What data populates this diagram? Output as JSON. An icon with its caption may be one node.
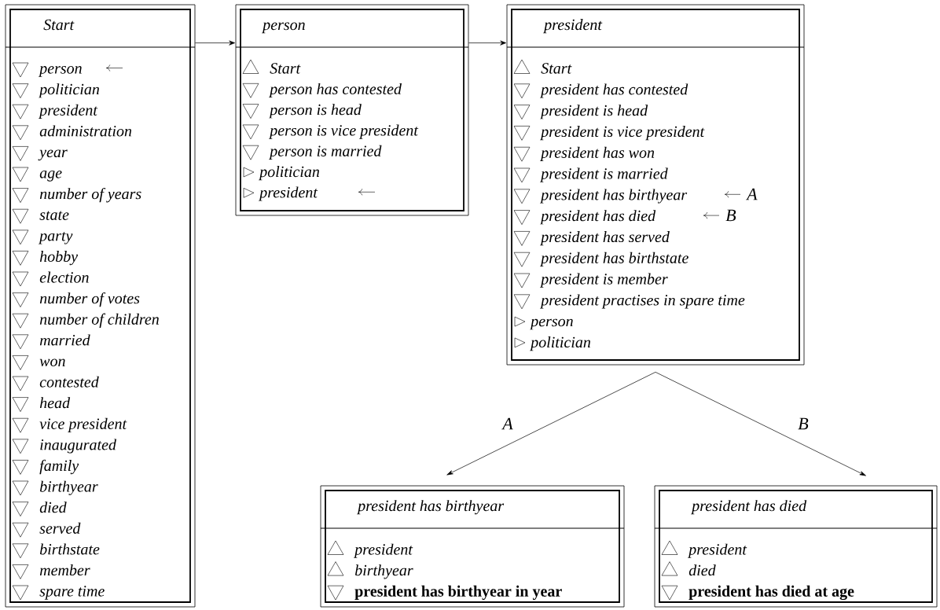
{
  "diagram": {
    "nodes": [
      {
        "text": [
          "Start",
          "person",
          "politician",
          "president",
          "administration",
          "year",
          "age",
          "number of years",
          "state",
          "party",
          "hobby",
          "election",
          "number of votes",
          "number of children",
          "married",
          "won",
          "contested",
          "head",
          "vice president",
          "inaugurated",
          "family",
          "birthyear",
          "died",
          "served",
          "birthstate",
          "member",
          "spare time"
        ]
      },
      {
        "text": [
          "person",
          "Start",
          "person has contested",
          "person is head",
          "person is vice president",
          "person is married",
          "politician",
          "president"
        ]
      },
      {
        "text": [
          "president",
          "Start",
          "president has contested",
          "president is head",
          "president is vice president",
          "president has won",
          "president is married",
          "president has birthyear",
          "president has died",
          "president has served",
          "president has birthstate",
          "president is member",
          "president practises in spare time",
          "person",
          "politician"
        ]
      },
      {
        "text": [
          "president has birthyear",
          "president",
          "birthyear",
          "president has birthyear in year"
        ]
      },
      {
        "text": [
          "president has died",
          "president",
          "died",
          "president has died at age"
        ]
      }
    ],
    "edges": [
      {
        "from": 0,
        "to": 1,
        "arrow": "to"
      },
      {
        "from": 1,
        "to": 2,
        "arrow": "to"
      },
      {
        "from": 2,
        "to": 3,
        "arrow": "to",
        "label": "A"
      },
      {
        "from": 2,
        "to": 4,
        "arrow": "to",
        "label": "B"
      }
    ],
    "labels": [
      "A",
      "B"
    ]
  }
}
